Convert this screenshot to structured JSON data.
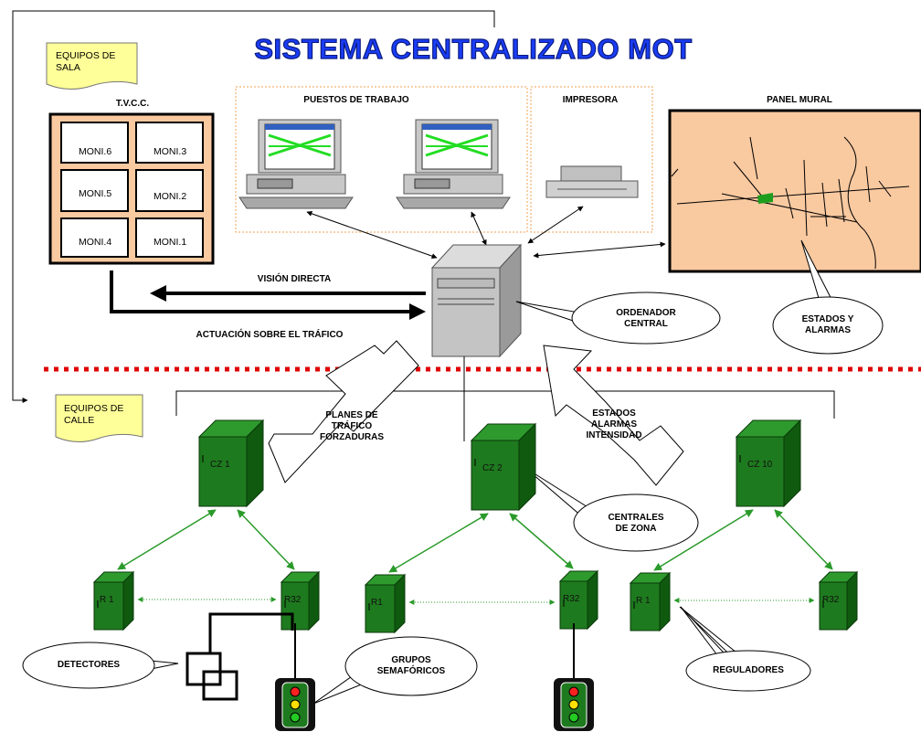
{
  "title": "SISTEMA CENTRALIZADO MOT",
  "notes": {
    "equipos_sala": "EQUIPOS DE\nSALA",
    "equipos_calle": "EQUIPOS DE\nCALLE"
  },
  "tvcc": {
    "title": "T.V.C.C.",
    "monitors": [
      "MONI.6",
      "MONI.3",
      "MONI.5",
      "MONI.2",
      "MONI.4",
      "MONI.1"
    ]
  },
  "workstations": {
    "title": "PUESTOS DE TRABAJO"
  },
  "printer": {
    "title": "IMPRESORA"
  },
  "panel": {
    "title": "PANEL MURAL"
  },
  "flows": {
    "vision": "VISIÓN DIRECTA",
    "actuacion": "ACTUACIÓN SOBRE EL TRÁFICO",
    "planes": "PLANES DE\nTRÁFICO\nFORZADURAS",
    "estados_flow": "ESTADOS\nALARMAS\nINTENSIDAD"
  },
  "callouts": {
    "ordenador": "ORDENADOR\nCENTRAL",
    "estados": "ESTADOS Y\nALARMAS",
    "centrales": "CENTRALES\nDE ZONA",
    "detectores": "DETECTORES",
    "grupos": "GRUPOS\nSEMAFÓRICOS",
    "reguladores": "REGULADORES"
  },
  "zones": [
    {
      "label": "CZ 1",
      "reg_left": "R 1",
      "reg_right": "R32"
    },
    {
      "label": "CZ 2",
      "reg_left": "R1",
      "reg_right": "R32"
    },
    {
      "label": "CZ 10",
      "reg_left": "R 1",
      "reg_right": "R32"
    }
  ],
  "colors": {
    "title": "#1a3df5",
    "cabinet": "#1e7a1e",
    "tvcc_bg": "#f9c9a0",
    "panel_bg": "#f9c9a0",
    "note_bg": "#ffff99",
    "dotted": "#e00000",
    "link": "#2a9a2a"
  }
}
